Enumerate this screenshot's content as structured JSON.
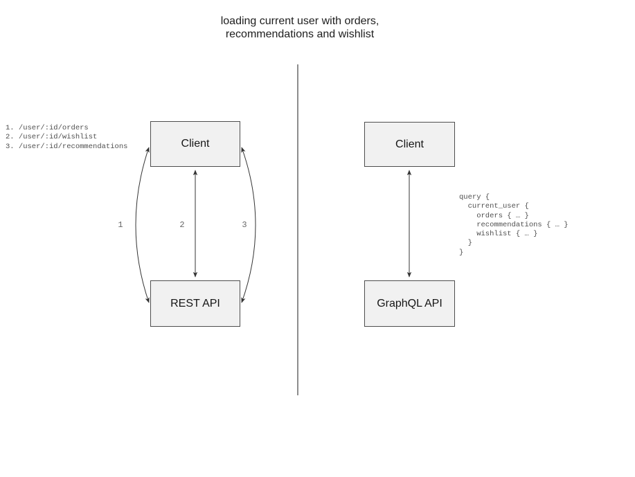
{
  "title": "loading current user with orders,\nrecommendations and wishlist",
  "left_panel": {
    "annotation": "1. /user/:id/orders\n2. /user/:id/wishlist\n3. /user/:id/recommendations",
    "client_label": "Client",
    "api_label": "REST API",
    "arrow_labels": [
      "1",
      "2",
      "3"
    ]
  },
  "right_panel": {
    "client_label": "Client",
    "api_label": "GraphQL API",
    "query": "query {\n  current_user {\n    orders { … }\n    recommendations { … }\n    wishlist { … }\n  }\n}"
  },
  "colors": {
    "background": "#ffffff",
    "box_fill": "#f1f1f1",
    "box_border": "#4d4d4d",
    "arrow_line": "#333333",
    "divider_line": "#666666",
    "muted_text": "#4f4f4f",
    "number_text": "#666666",
    "title_text": "#1d1d1d"
  }
}
